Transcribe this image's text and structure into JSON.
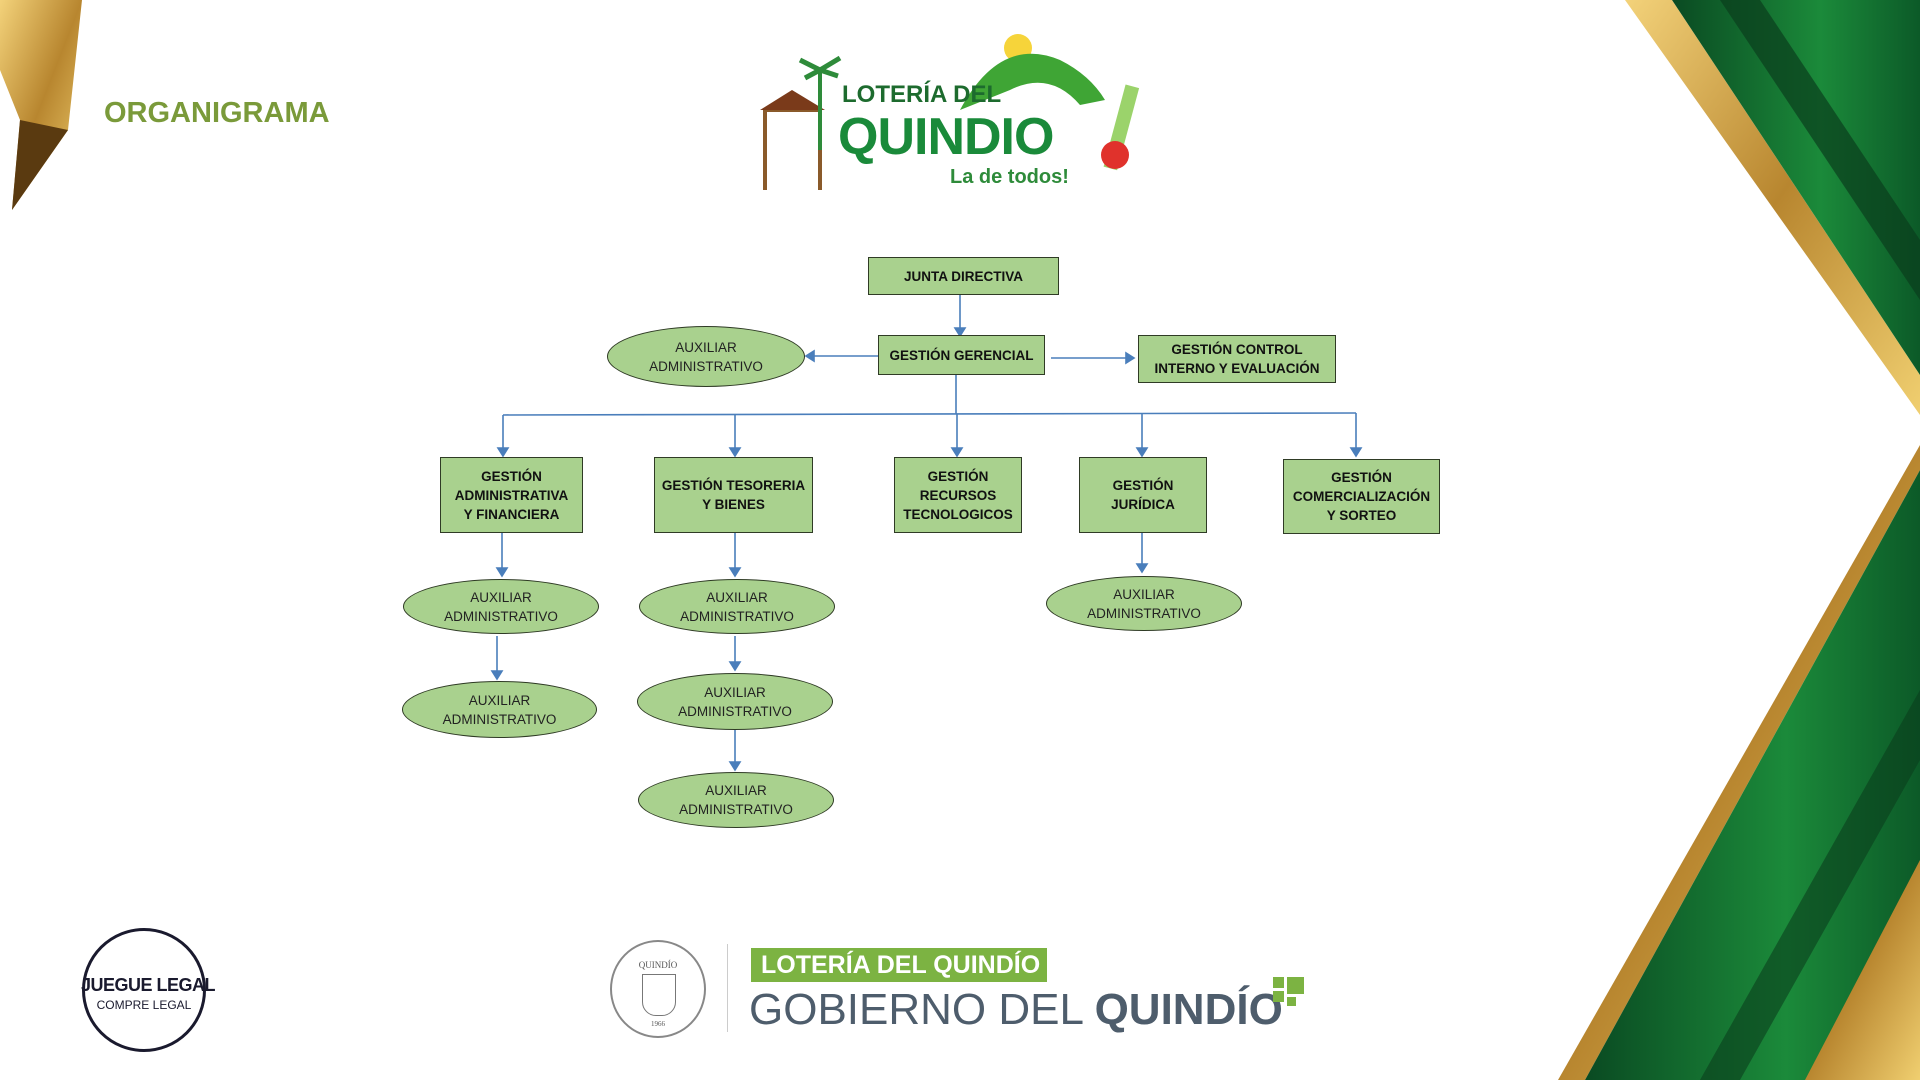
{
  "page_title": "ORGANIGRAMA",
  "logo": {
    "line1": "LOTERÍA DEL",
    "line2": "QUINDIO",
    "tagline": "La de todos!"
  },
  "org": {
    "junta": "JUNTA DIRECTIVA",
    "gerencial": "GESTIÓN GERENCIAL",
    "aux_gerencial": "AUXILIAR\nADMINISTRATIVO",
    "control": "GESTIÓN CONTROL\nINTERNO Y EVALUACIÓN",
    "departments": [
      {
        "label": "GESTIÓN\nADMINISTRATIVA\nY FINANCIERA",
        "aux": [
          "AUXILIAR\nADMINISTRATIVO",
          "AUXILIAR\nADMINISTRATIVO"
        ]
      },
      {
        "label": "GESTIÓN TESORERIA\nY BIENES",
        "aux": [
          "AUXILIAR\nADMINISTRATIVO",
          "AUXILIAR\nADMINISTRATIVO",
          "AUXILIAR\nADMINISTRATIVO"
        ]
      },
      {
        "label": "GESTIÓN\nRECURSOS\nTECNOLOGICOS",
        "aux": []
      },
      {
        "label": "GESTIÓN\nJURÍDICA",
        "aux": [
          "AUXILIAR\nADMINISTRATIVO"
        ]
      },
      {
        "label": "GESTIÓN\nCOMERCIALIZACIÓN\nY SORTEO",
        "aux": []
      }
    ]
  },
  "footer": {
    "juegue_legal": "JUEGUE LEGAL",
    "compre_legal": "COMPRE LEGAL",
    "seal_text": "QUINDÍO",
    "seal_year": "1966",
    "loteria_banner": "LOTERÍA DEL QUINDÍO",
    "gobierno_light": "GOBIERNO DEL ",
    "gobierno_bold": "QUINDÍO"
  },
  "colors": {
    "box_fill": "#a9d18e",
    "connector": "#4a7ebb",
    "title": "#7a9a3a",
    "brand_green": "#7cb342",
    "dark_green": "#0d5a2a",
    "gold": "#d4a545"
  }
}
